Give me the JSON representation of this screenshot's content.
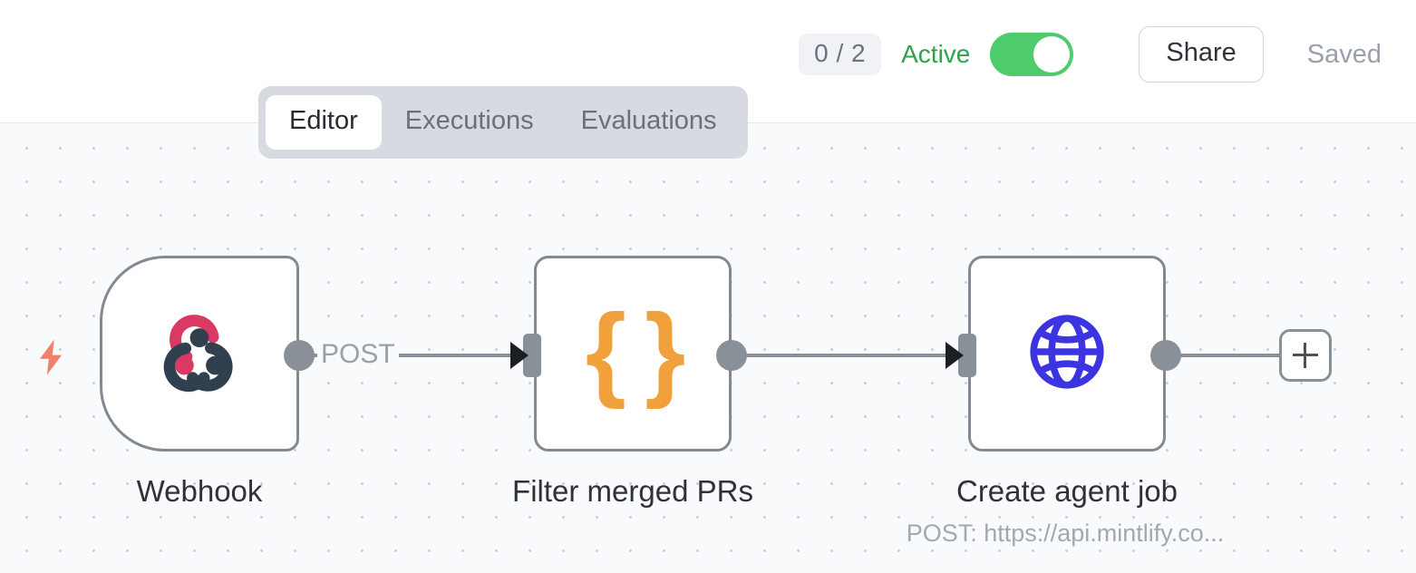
{
  "header": {
    "count_badge": "0 / 2",
    "active_label": "Active",
    "toggle": {
      "name": "workflow-active-toggle",
      "state": "on",
      "color": "#4ecc6d"
    },
    "share_label": "Share",
    "saved_label": "Saved"
  },
  "tabs": [
    {
      "label": "Editor",
      "active": true
    },
    {
      "label": "Executions",
      "active": false
    },
    {
      "label": "Evaluations",
      "active": false
    }
  ],
  "canvas": {
    "background": "#f9fafc",
    "dot_color": "#c7ccd6",
    "trigger_bolt_icon": "lightning-bolt-icon",
    "trigger_bolt_color": "#ef8069"
  },
  "nodes": [
    {
      "id": "webhook",
      "label": "Webhook",
      "sublabel": "",
      "icon": "webhook-icon",
      "icon_colors": [
        "#d93a63",
        "#31404e"
      ],
      "type": "trigger"
    },
    {
      "id": "filter-merged-prs",
      "label": "Filter merged PRs",
      "sublabel": "",
      "icon": "code-braces-icon",
      "icon_colors": [
        "#f0a13c"
      ],
      "type": "step"
    },
    {
      "id": "create-agent-job",
      "label": "Create agent job",
      "sublabel": "POST: https://api.mintlify.co...",
      "icon": "globe-icon",
      "icon_colors": [
        "#3b34e0"
      ],
      "type": "step"
    }
  ],
  "edges": [
    {
      "from": "webhook",
      "to": "filter-merged-prs",
      "label": "POST"
    },
    {
      "from": "filter-merged-prs",
      "to": "create-agent-job",
      "label": ""
    },
    {
      "from": "create-agent-job",
      "to": "add-node-button",
      "label": ""
    }
  ],
  "add_button": {
    "icon": "plus-icon",
    "label": ""
  }
}
